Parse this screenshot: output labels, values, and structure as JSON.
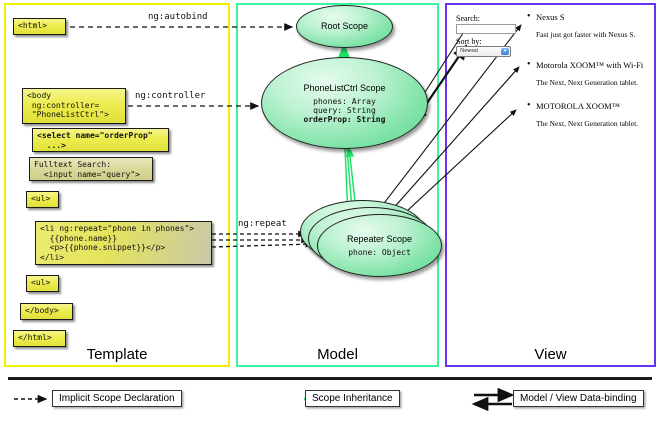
{
  "panels": [
    {
      "key": "template",
      "label": "Template",
      "border_color": "#f2f200"
    },
    {
      "key": "model",
      "label": "Model",
      "border_color": "#3ef2a0"
    },
    {
      "key": "view",
      "label": "View",
      "border_color": "#6633ee"
    }
  ],
  "template": {
    "boxes": [
      {
        "name": "html-open-tag",
        "text": "<html>"
      },
      {
        "name": "body-controller",
        "text": "<body\n ng:controller=\n \"PhoneListCtrl\">"
      },
      {
        "name": "select-orderprop",
        "text": "<select name=\"orderProp\"\n  ...>"
      },
      {
        "name": "fulltext-search",
        "text": "Fulltext Search:\n  <input name=\"query\">"
      },
      {
        "name": "ul-open-tag",
        "text": "<ul>"
      },
      {
        "name": "li-ng-repeat",
        "text": "<li ng:repeat=\"phone in phones\">\n  {{phone.name}}\n  <p>{{phone.snippet}}</p>\n</li>"
      },
      {
        "name": "ul-close-tag",
        "text": "<ul>"
      },
      {
        "name": "body-close-tag",
        "text": "</body>"
      },
      {
        "name": "html-close-tag",
        "text": "</html>"
      }
    ]
  },
  "model": {
    "scopes": [
      {
        "name": "root-scope",
        "title": "Root\nScope",
        "props": ""
      },
      {
        "name": "phonelistctrl-scope",
        "title": "PhoneListCtrl\nScope",
        "props_plain": "phones: Array\nquery: String\n",
        "props_bold": "orderProp: String"
      },
      {
        "name": "repeater-scope",
        "title": "Repeater\nScope",
        "props": "phone: Object"
      }
    ]
  },
  "connectors": [
    {
      "name": "ng-autobind-label",
      "text": "ng:autobind"
    },
    {
      "name": "ng-controller-label",
      "text": "ng:controller"
    },
    {
      "name": "ng-repeat-label",
      "text": "ng:repeat"
    }
  ],
  "view": {
    "search_label": "Search:",
    "search_value": "",
    "sort_label": "Sort by:",
    "sort_selected": "Newest",
    "sort_options": [
      "Newest"
    ],
    "phones": [
      {
        "name": "Nexus S",
        "snippet": "Fast just got faster with Nexus S."
      },
      {
        "name": "Motorola XOOM™ with Wi-Fi",
        "snippet": "The Next, Next Generation tablet."
      },
      {
        "name": "MOTOROLA XOOM™",
        "snippet": "The Next, Next Generation tablet."
      }
    ]
  },
  "legend": {
    "items": [
      {
        "name": "implicit-scope-declaration",
        "label": "Implicit Scope Declaration",
        "style": "dashed-black"
      },
      {
        "name": "scope-inheritance",
        "label": "Scope Inheritance",
        "style": "solid-green"
      },
      {
        "name": "model-view-data-binding",
        "label": "Model / View Data-binding",
        "style": "double-black"
      }
    ]
  },
  "colors": {
    "code_box_fill": "#e9e94d",
    "scope_fill": "#7fe3a7",
    "inheritance_green": "#22e06a",
    "template_border": "#f2f200",
    "model_border": "#3ef2a0",
    "view_border": "#6633ee"
  }
}
